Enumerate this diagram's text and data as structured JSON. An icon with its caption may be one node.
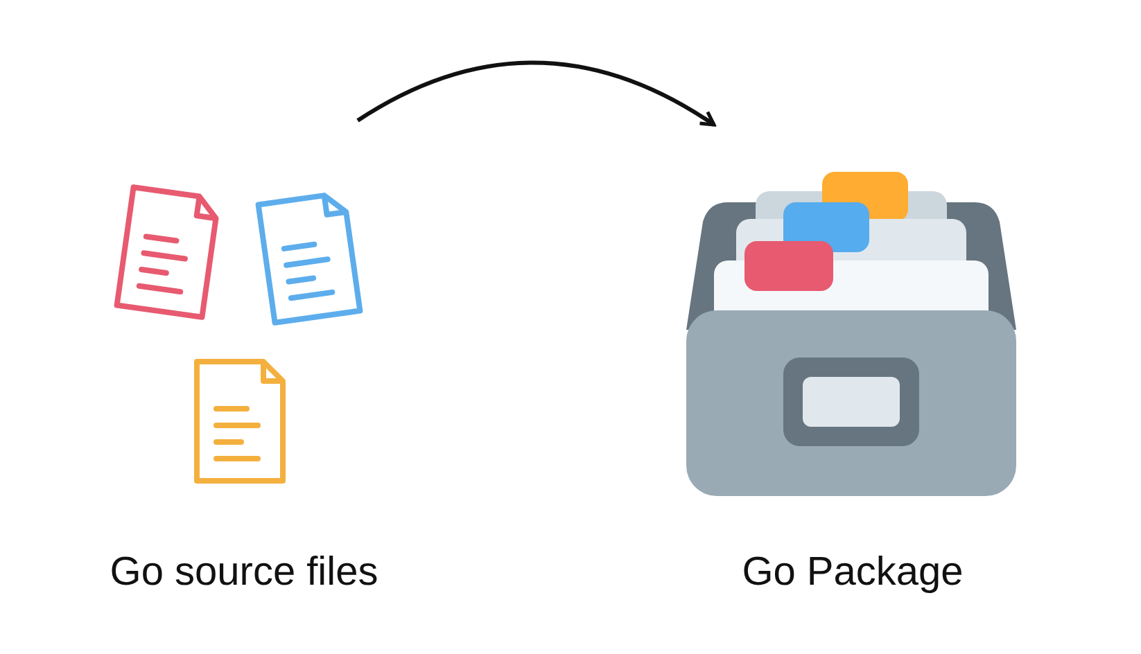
{
  "diagram": {
    "nodes": [
      {
        "text": [
          "Go source files"
        ]
      },
      {
        "text": [
          "Go Package"
        ]
      }
    ],
    "edges": [
      {
        "from": 0,
        "to": 1,
        "arrow": "to"
      }
    ]
  }
}
